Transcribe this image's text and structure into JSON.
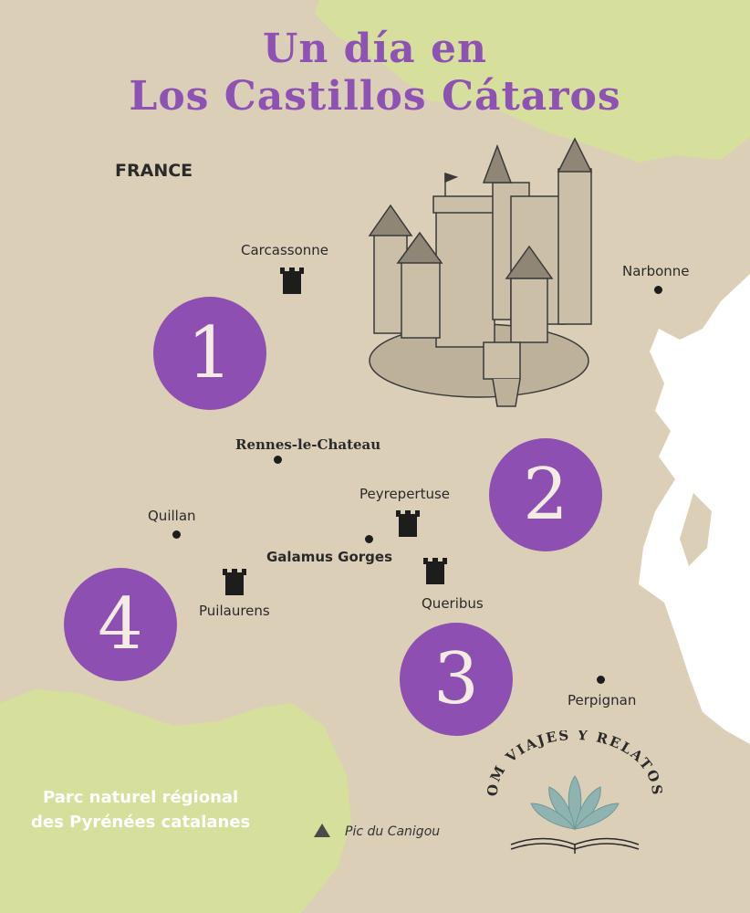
{
  "title": {
    "line1": "Un día en",
    "line2": "Los Castillos Cátaros"
  },
  "country_label": "FRANCE",
  "places": {
    "carcassonne": "Carcassonne",
    "narbonne": "Narbonne",
    "rennes": "Rennes-le-Chateau",
    "peyrepertuse": "Peyrepertuse",
    "quillan": "Quillan",
    "galamus": "Galamus Gorges",
    "puilaurens": "Puilaurens",
    "queribus": "Queribus",
    "perpignan": "Perpignan",
    "pic": "Pic du Canigou"
  },
  "route_numbers": [
    "1",
    "2",
    "3",
    "4"
  ],
  "park_label": {
    "line1": "Parc naturel régional",
    "line2": "des Pyrénées catalanes"
  },
  "logo": {
    "text": "OM VIAJES Y RELATOS"
  },
  "colors": {
    "land": "#dccfb8",
    "green_zone": "#d6e09c",
    "sea": "#ffffff",
    "accent_purple": "#8e4fb2",
    "title_purple": "#8e52b5"
  },
  "icons": [
    "castle-icon",
    "city-dot-icon",
    "mountain-peak-icon",
    "lotus-logo-icon",
    "book-icon"
  ]
}
